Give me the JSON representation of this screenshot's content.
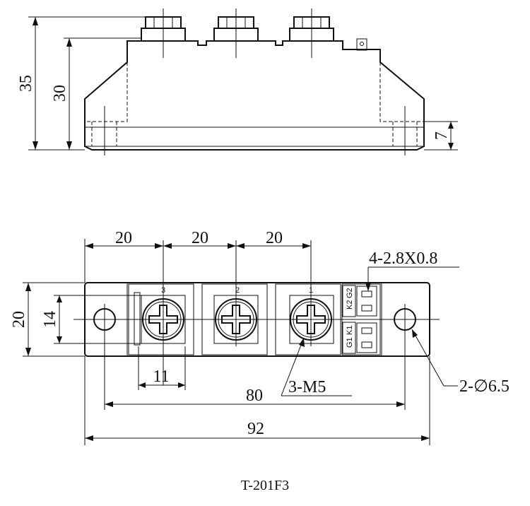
{
  "side_view": {
    "dim_height_total": "35",
    "dim_height_body": "30",
    "dim_base": "7"
  },
  "top_view": {
    "dim_spacing": [
      "20",
      "20",
      "20"
    ],
    "dim_width": "20",
    "dim_inner_width": "14",
    "dim_terminal_width": "11",
    "dim_mount_spacing": "80",
    "dim_length": "92",
    "label_tabs": "4-2.8X0.8",
    "label_screws": "3-M5",
    "label_holes": "2-∅6.5",
    "terminal_numbers": [
      "3",
      "2",
      "1"
    ],
    "pin_labels_top": [
      "K2",
      "G2"
    ],
    "pin_labels_bottom": [
      "G1",
      "K1"
    ]
  },
  "caption": "T-201F3"
}
